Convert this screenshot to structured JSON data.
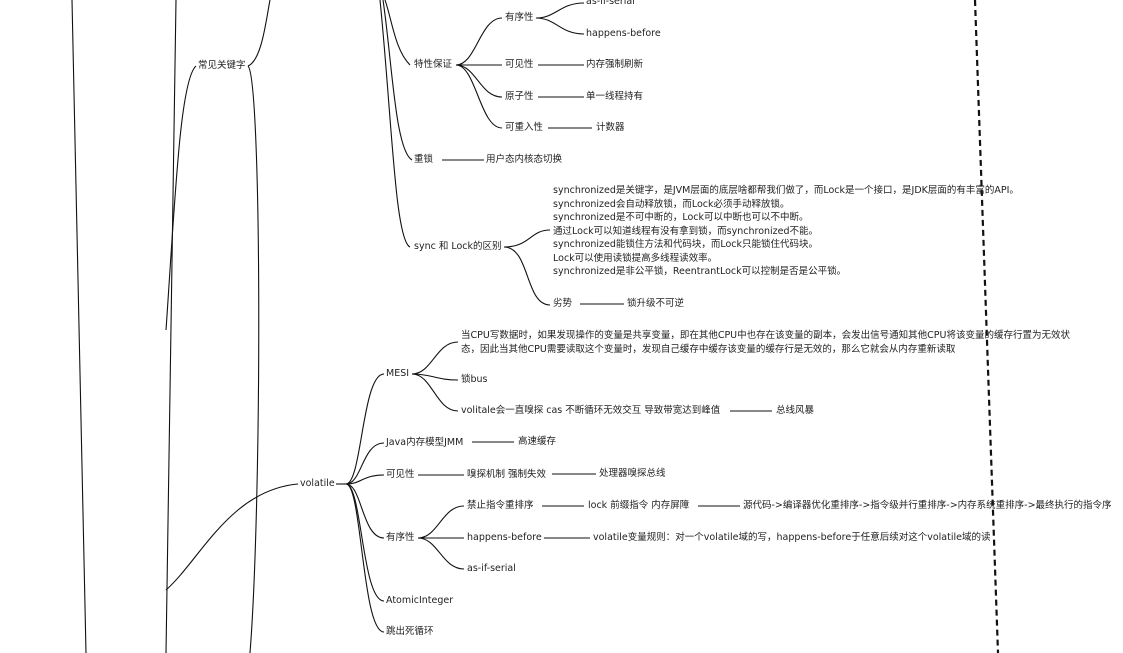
{
  "mindmap": {
    "changjian": "常见关键字",
    "features": {
      "label": "特性保证",
      "ordered": "有序性",
      "as_if_serial": "as-if-serial",
      "happens_before": "happens-before",
      "visibility": "可见性",
      "visibility_detail": "内存强制刷新",
      "atomicity": "原子性",
      "atomicity_detail": "单一线程持有",
      "reentrant": "可重入性",
      "reentrant_detail": "计数器"
    },
    "heavy_lock": {
      "label": "重锁",
      "detail": "用户态内核态切换"
    },
    "sync_vs_lock": {
      "label": "sync 和 Lock的区别",
      "lines": [
        "synchronized是关键字，是JVM层面的底层啥都帮我们做了，而Lock是一个接口，是JDK层面的有丰富的API。",
        "synchronized会自动释放锁，而Lock必须手动释放锁。",
        "synchronized是不可中断的，Lock可以中断也可以不中断。",
        "通过Lock可以知道线程有没有拿到锁，而synchronized不能。",
        "synchronized能锁住方法和代码块，而Lock只能锁住代码块。",
        "Lock可以使用读锁提高多线程读效率。",
        "synchronized是非公平锁，ReentrantLock可以控制是否是公平锁。"
      ],
      "disadvantage": "劣势",
      "disadvantage_detail": "锁升级不可逆"
    },
    "volatile": {
      "label": "volatile",
      "mesi": "MESI",
      "mesi_desc": [
        "当CPU写数据时，如果发现操作的变量是共享变量，即在其他CPU中也存在该变量的副本，会发出信号通知其他CPU将该变量的缓存行置为无效状",
        "态，因此当其他CPU需要读取这个变量时，发现自己缓存中缓存该变量的缓存行是无效的，那么它就会从内存重新读取"
      ],
      "lock_bus": "锁bus",
      "cas_storm": "volitale会一直嗅探 cas 不断循环无效交互 导致带宽达到峰值",
      "bus_storm": "总线风暴",
      "jmm": "Java内存模型JMM",
      "jmm_detail": "高速缓存",
      "visibility": "可见性",
      "sniff": "嗅探机制 强制失效",
      "sniff_detail": "处理器嗅探总线",
      "ordered": "有序性",
      "no_reorder": "禁止指令重排序",
      "lock_prefix": "lock 前缀指令 内存屏障",
      "reorder_chain": "源代码->编译器优化重排序->指令级并行重排序->内存系统重排序->最终执行的指令序",
      "happens_before": "happens-before",
      "volatile_rule": "volatile变量规则：对一个volatile域的写，happens-before于任意后续对这个volatile域的读",
      "as_if_serial": "as-if-serial",
      "atomic_integer": "AtomicInteger",
      "dead_loop": "跳出死循环"
    }
  }
}
